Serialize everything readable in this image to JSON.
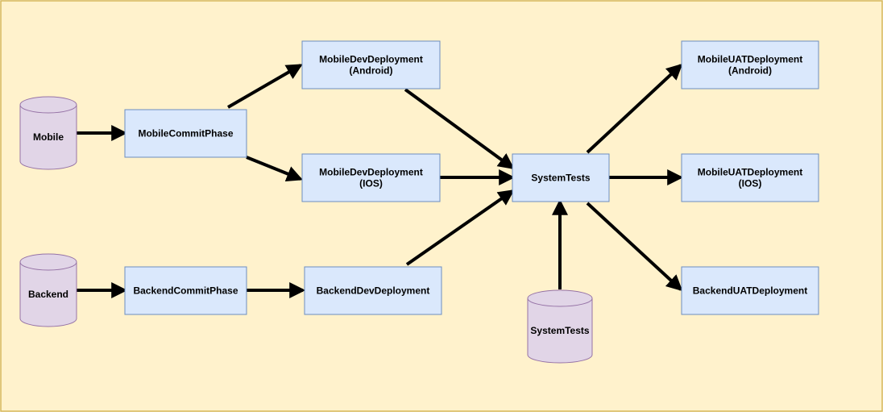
{
  "colors": {
    "background": "#fff2cc",
    "background_border": "#d6b656",
    "process_fill": "#dae8fc",
    "process_border": "#6c8ebf",
    "datastore_fill": "#e1d5e7",
    "datastore_border": "#9673a6",
    "edge": "#000000"
  },
  "sources": [
    {
      "id": "mobile",
      "label": "Mobile"
    },
    {
      "id": "backend",
      "label": "Backend"
    },
    {
      "id": "systemtests_db",
      "label": "SystemTests"
    }
  ],
  "stages": [
    {
      "id": "mobile_commit",
      "lines": [
        "MobileCommitPhase"
      ]
    },
    {
      "id": "backend_commit",
      "lines": [
        "BackendCommitPhase"
      ]
    },
    {
      "id": "mobile_dev_android",
      "lines": [
        "MobileDevDeployment",
        "(Android)"
      ]
    },
    {
      "id": "mobile_dev_ios",
      "lines": [
        "MobileDevDeployment",
        "(IOS)"
      ]
    },
    {
      "id": "backend_dev",
      "lines": [
        "BackendDevDeployment"
      ]
    },
    {
      "id": "system_tests",
      "lines": [
        "SystemTests"
      ]
    },
    {
      "id": "mobile_uat_android",
      "lines": [
        "MobileUATDeployment",
        "(Android)"
      ]
    },
    {
      "id": "mobile_uat_ios",
      "lines": [
        "MobileUATDeployment",
        "(IOS)"
      ]
    },
    {
      "id": "backend_uat",
      "lines": [
        "BackendUATDeployment"
      ]
    }
  ],
  "edges": [
    {
      "from": "mobile",
      "to": "mobile_commit"
    },
    {
      "from": "backend",
      "to": "backend_commit"
    },
    {
      "from": "mobile_commit",
      "to": "mobile_dev_android"
    },
    {
      "from": "mobile_commit",
      "to": "mobile_dev_ios"
    },
    {
      "from": "backend_commit",
      "to": "backend_dev"
    },
    {
      "from": "mobile_dev_android",
      "to": "system_tests"
    },
    {
      "from": "mobile_dev_ios",
      "to": "system_tests"
    },
    {
      "from": "backend_dev",
      "to": "system_tests"
    },
    {
      "from": "systemtests_db",
      "to": "system_tests"
    },
    {
      "from": "system_tests",
      "to": "mobile_uat_android"
    },
    {
      "from": "system_tests",
      "to": "mobile_uat_ios"
    },
    {
      "from": "system_tests",
      "to": "backend_uat"
    }
  ]
}
